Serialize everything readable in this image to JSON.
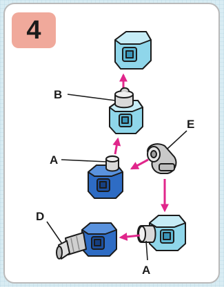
{
  "step": {
    "number": "4"
  },
  "labels": {
    "b": "B",
    "a_upper": "A",
    "e": "E",
    "d": "D",
    "a_lower": "A"
  },
  "colors": {
    "arrow": "#e0268b",
    "light_cube": "#8fd6ea",
    "dark_cube": "#2e6cc4",
    "connector": "#bdbdbd",
    "badge": "#f0a99b"
  }
}
